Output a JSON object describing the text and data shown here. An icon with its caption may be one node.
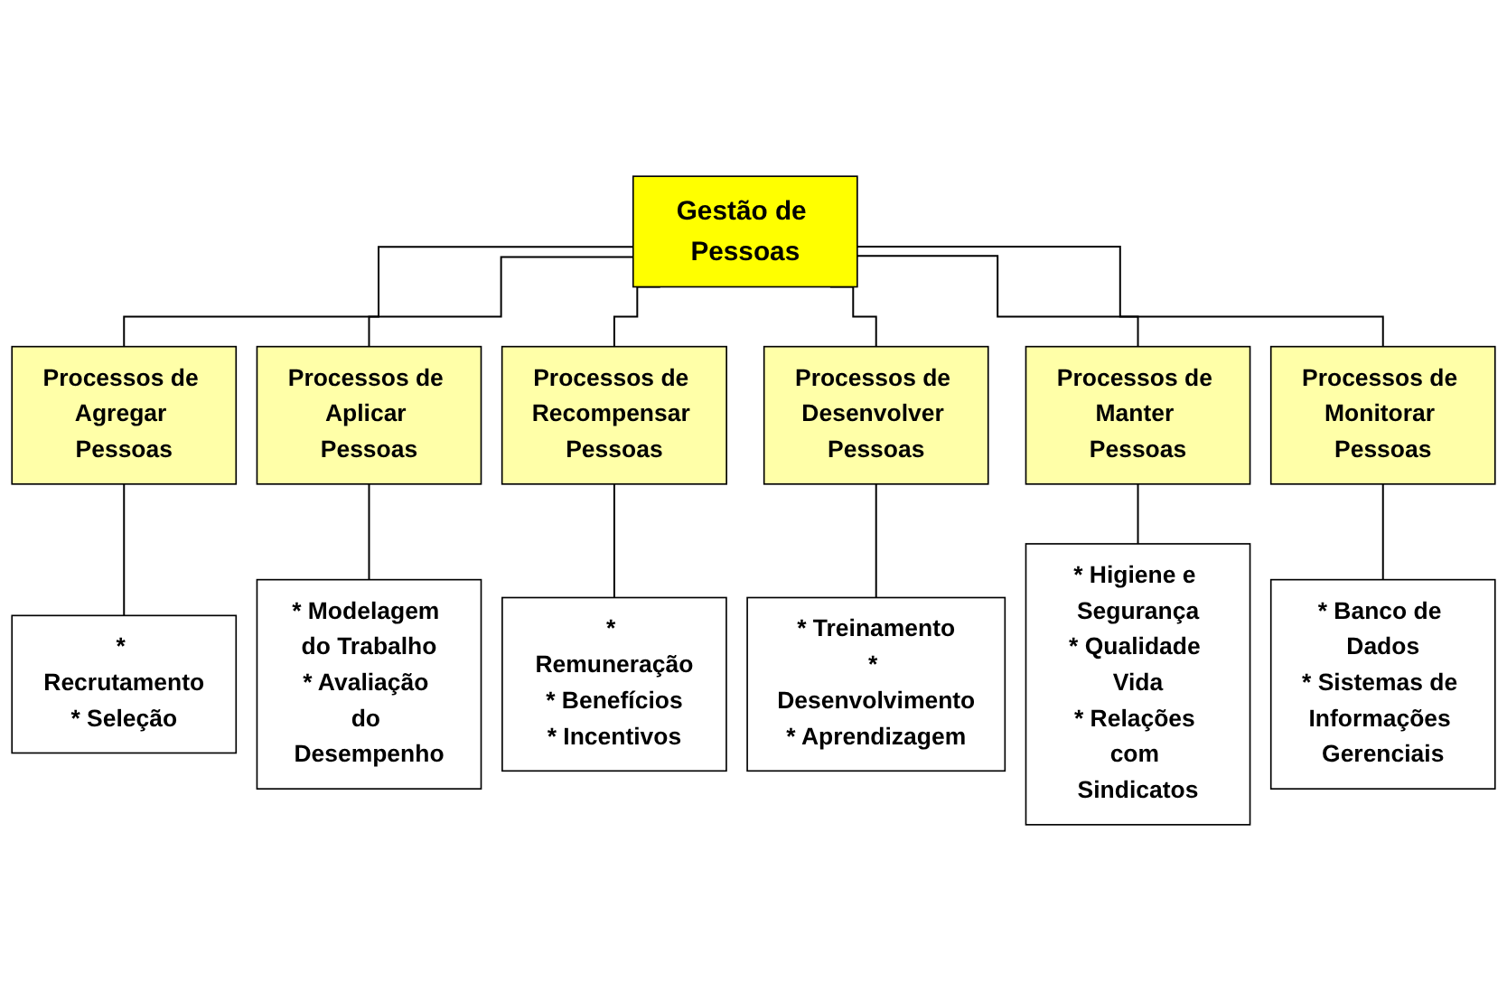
{
  "diagram": {
    "nodes": [
      {
        "text": [
          "Gestão de Pessoas"
        ]
      },
      {
        "text": [
          "Processos de Agregar Pessoas"
        ]
      },
      {
        "text": [
          "Processos de Aplicar Pessoas"
        ]
      },
      {
        "text": [
          "Processos de Recompensar Pessoas"
        ]
      },
      {
        "text": [
          "Processos de Desenvolver Pessoas"
        ]
      },
      {
        "text": [
          "Processos de Manter Pessoas"
        ]
      },
      {
        "text": [
          "Processos de Monitorar Pessoas"
        ]
      },
      {
        "text": [
          "* Recrutamento",
          "* Seleção"
        ]
      },
      {
        "text": [
          "* Modelagem do Trabalho",
          "* Avaliação do Desempenho"
        ]
      },
      {
        "text": [
          "* Remuneração",
          "* Benefícios",
          "* Incentivos"
        ]
      },
      {
        "text": [
          "* Treinamento",
          "* Desenvolvimento",
          "* Aprendizagem"
        ]
      },
      {
        "text": [
          "* Higiene e Segurança",
          "* Qualidade Vida",
          "* Relações com Sindicatos"
        ]
      },
      {
        "text": [
          "* Banco de Dados",
          "* Sistemas de Informações Gerenciais"
        ]
      }
    ],
    "edges": [
      {
        "from": 0,
        "to": 1,
        "arrow": "none"
      },
      {
        "from": 0,
        "to": 2,
        "arrow": "none"
      },
      {
        "from": 0,
        "to": 3,
        "arrow": "none"
      },
      {
        "from": 0,
        "to": 4,
        "arrow": "none"
      },
      {
        "from": 0,
        "to": 5,
        "arrow": "none"
      },
      {
        "from": 0,
        "to": 6,
        "arrow": "none"
      },
      {
        "from": 1,
        "to": 7,
        "arrow": "none"
      },
      {
        "from": 2,
        "to": 8,
        "arrow": "none"
      },
      {
        "from": 3,
        "to": 9,
        "arrow": "none"
      },
      {
        "from": 4,
        "to": 10,
        "arrow": "none"
      },
      {
        "from": 5,
        "to": 11,
        "arrow": "none"
      },
      {
        "from": 6,
        "to": 12,
        "arrow": "none"
      }
    ]
  }
}
